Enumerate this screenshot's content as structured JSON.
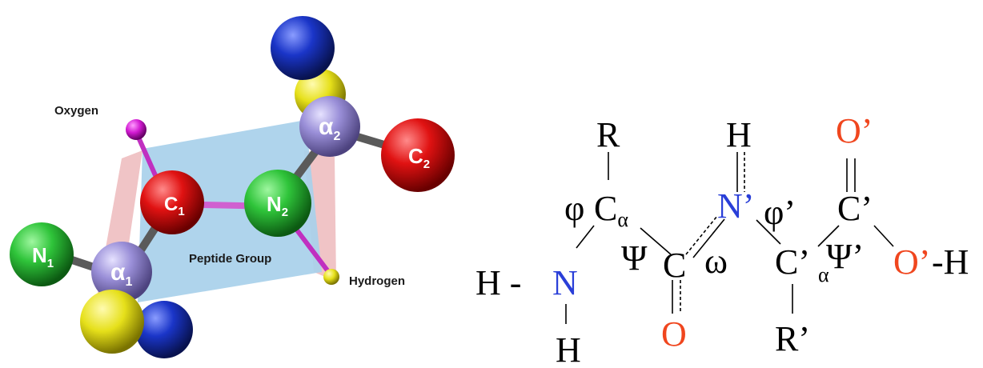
{
  "colors": {
    "nitrogen": "#2fc43a",
    "carbon": "#e01212",
    "alpha": "#9a8fd8",
    "oxygen_ball": "#d21bd2",
    "hydrogen_ball": "#eaea1a",
    "side_yellow": "#e6e01a",
    "side_blue": "#1a35c8",
    "plane_blue": "#a8d0ea",
    "plane_pink": "#f0c4c6",
    "chem_blue": "#2a3fd8",
    "chem_red": "#f0461e",
    "chem_black": "#000000"
  },
  "model": {
    "labels": {
      "oxygen": "Oxygen",
      "hydrogen": "Hydrogen",
      "peptide_group": "Peptide Group"
    },
    "atoms": {
      "n1": "N",
      "n1_sub": "1",
      "c1": "C",
      "c1_sub": "1",
      "n2": "N",
      "n2_sub": "2",
      "c2": "C",
      "c2_sub": "2",
      "a1": "α",
      "a1_sub": "1",
      "a2": "α",
      "a2_sub": "2"
    }
  },
  "formula": {
    "R": "R",
    "H_top": "H",
    "O_top": "O’",
    "phi": "φ",
    "Calpha_C": "C",
    "Calpha_sub": "α",
    "N_prime": "N’",
    "phi_prime": "φ’",
    "C_prime_top": "C’",
    "H_N_H": "H -",
    "N": "N",
    "psi": "Ψ",
    "C_mid": "C",
    "omega": "ω",
    "C_prime_mid": "C’",
    "alpha_sub": "α",
    "psi_prime": "Ψ’",
    "O_prime_H_O": "O’",
    "O_prime_H_H": "-H",
    "H_bottom": "H",
    "O_bottom": "O",
    "R_prime": "R’"
  }
}
